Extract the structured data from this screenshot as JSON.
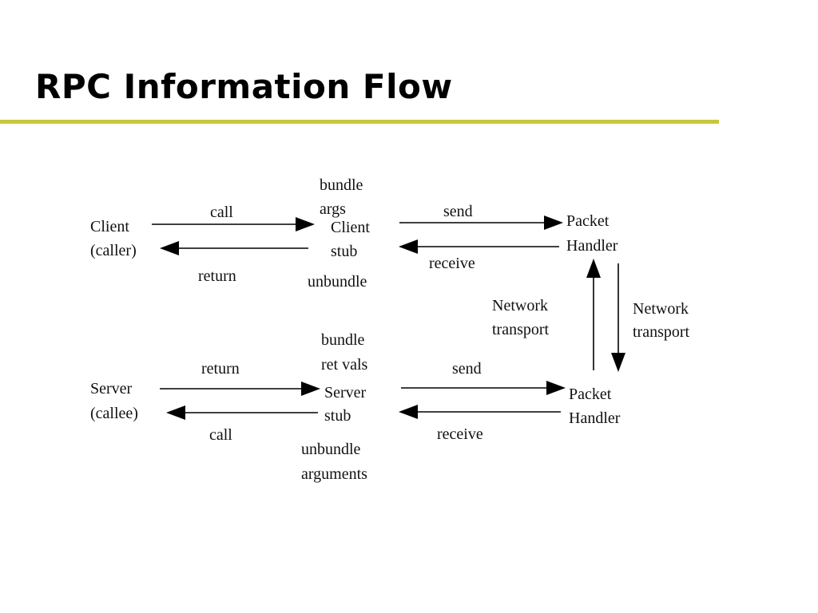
{
  "slide": {
    "title": "RPC Information Flow",
    "rule_color": "#c8c83c"
  },
  "diagram": {
    "client": {
      "line1": "Client",
      "line2": "(caller)"
    },
    "client_stub": {
      "top1": "bundle",
      "top2": "args",
      "name1": "Client",
      "name2": "stub",
      "bottom": "unbundle"
    },
    "client_packet_handler": {
      "line1": "Packet",
      "line2": "Handler"
    },
    "server": {
      "line1": "Server",
      "line2": "(callee)"
    },
    "server_stub": {
      "top1": "bundle",
      "top2": "ret vals",
      "name1": "Server",
      "name2": "stub",
      "bottom1": "unbundle",
      "bottom2": "arguments"
    },
    "server_packet_handler": {
      "line1": "Packet",
      "line2": "Handler"
    },
    "labels": {
      "client_call": "call",
      "client_return": "return",
      "client_send": "send",
      "client_receive": "receive",
      "server_return": "return",
      "server_call": "call",
      "server_send": "send",
      "server_receive": "receive",
      "net_left1": "Network",
      "net_left2": "transport",
      "net_right1": "Network",
      "net_right2": "transport"
    }
  }
}
